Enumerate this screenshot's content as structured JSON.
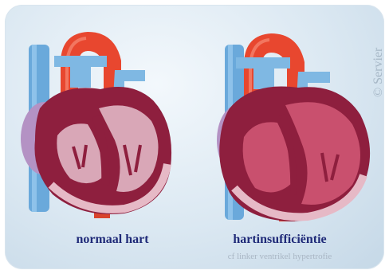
{
  "captions": {
    "left": "normaal hart",
    "right": "hartinsufficiëntie",
    "right_sub": "cf linker ventrikel hypertrofie"
  },
  "copyright": "© Servier",
  "colors": {
    "aorta": "#e8472f",
    "pulmonary": "#7fb8e3",
    "vena_cava": "#6aa9db",
    "muscle": "#8e1f3e",
    "chamber": "#d9a7b7",
    "atrium": "#b492c4",
    "caption": "#1f2a78"
  }
}
